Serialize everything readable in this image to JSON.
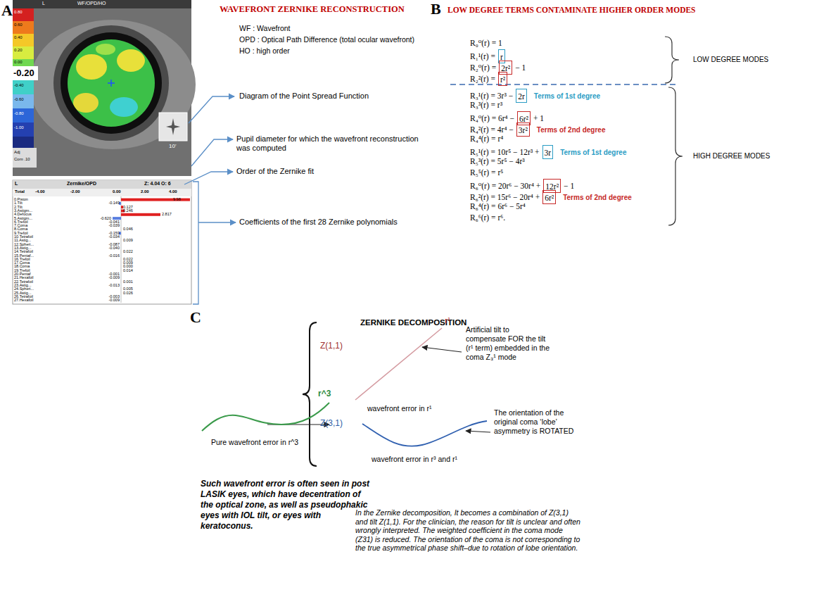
{
  "diagram": {
    "nodes": [
      {
        "text": [
          "r"
        ]
      },
      {
        "text": [
          "2r²"
        ]
      },
      {
        "text": [
          "r²"
        ]
      },
      {
        "text": [
          "2r"
        ]
      },
      {
        "text": [
          "6r²"
        ]
      },
      {
        "text": [
          "3r²"
        ]
      },
      {
        "text": [
          "3r"
        ]
      },
      {
        "text": [
          "12r²"
        ]
      },
      {
        "text": [
          "6r²"
        ]
      }
    ],
    "labels": [
      "A",
      "L",
      "WF/OPD/HO",
      "0.80",
      "0.60",
      "0.40",
      "0.20",
      "0.00",
      "-0.20",
      "-0.40",
      "-0.60",
      "-0.80",
      "-1.00",
      "Adj",
      "Com .10",
      "10'",
      "L",
      "Zernike/OPD",
      "Z: 4.04 O: 6",
      "Total",
      "-4.00",
      "-2.00",
      "0.00",
      "2.00",
      "4.00",
      "0.Piston",
      "9.98",
      "1.Tilt",
      "-0.149",
      "2.Tilt",
      "0.127",
      "3.Astigm...",
      "0.246",
      "4.Defocus",
      "2.817",
      "5.Astigm...",
      "-0.620",
      "6.Trefoil",
      "-0.041",
      "7.Coma",
      "-0.039",
      "8.Coma",
      "0.046",
      "9.Trefoil",
      "-0.159",
      "10.Tetrafoil",
      "-0.034",
      "11.Astig...",
      "0.009",
      "12.Spheri...",
      "-0.087",
      "13.Astig...",
      "-0.040",
      "14.Tetrafoil",
      "0.022",
      "15.Pentaf...",
      "-0.016",
      "16.Trefoil",
      "0.022",
      "17.Coma",
      "0.009",
      "18.Coma",
      "0.000",
      "19.Trefoil",
      "0.014",
      "20.Pentaf",
      "-0.001",
      "21.Hexafoil",
      "-0.009",
      "22.Tetrafoil",
      "0.001",
      "23.Astig...",
      "-0.013",
      "24.Spheri...",
      "0.005",
      "25.Astig...",
      "0.026",
      "26.Tetrafoil",
      "-0.003",
      "27.Hexafoil",
      "-0.009",
      "WAVEFRONT ZERNIKE RECONSTRUCTION",
      "WF : Wavefront",
      "OPD : Optical Path Difference (total ocular wavefront)",
      "HO : high order",
      "Diagram of the Point Spread Function",
      "Pupil diameter for which the wavefront reconstruction was computed",
      "Order of the Zernike fit",
      "Coefficients of the first 28 Zernike polynomials",
      "B",
      "LOW DEGREE TERMS CONTAMINATE HIGHER ORDER MODES",
      "R₀⁰(r) = 1",
      "R₁¹(r) =",
      "R₂⁰(r) =",
      "− 1",
      "R₂²(r) =",
      "R₃¹(r) = 3r³ −",
      "Terms of 1st degree",
      "R₃³(r) = r³",
      "R₄⁰(r) = 6r⁴ −",
      "+ 1",
      "R₄²(r) = 4r⁴ −",
      "Terms of 2nd degree",
      "R₄⁴(r) = r⁴",
      "R₅¹(r) = 10r⁵ − 12r³ +",
      "Terms of 1st degree",
      "R₅³(r) = 5r⁵ − 4r³",
      "R₅⁵(r) = r⁵",
      "R₆⁰(r) = 20r⁶ − 30r⁴ +",
      "− 1",
      "R₆²(r) = 15r⁶ − 20r⁴ +",
      "Terms of 2nd degree",
      "R₆⁴(r) = 6r⁶ − 5r⁴",
      "R₆⁶(r) = r⁶.",
      "LOW DEGREE MODES",
      "HIGH DEGREE MODES",
      "C",
      "ZERNIKE DECOMPOSITION",
      "r¹",
      "Z(1,1)",
      "Artificial tilt to compensate FOR the tilt (r¹ term) embedded in the coma Z₃¹ mode",
      "wavefront error in r¹",
      "Z(3,1)",
      "The orientation of the original coma ‘lobe’ asymmetry is ROTATED",
      "wavefront error in r³ and r¹",
      "r^3",
      "Pure wavefront error in r^3",
      "Such wavefront error is often seen in post LASIK eyes, which have decentration of the optical zone, as well as pseudophakic eyes with IOL tilt, or eyes with keratoconus.",
      "In the Zernike decomposition, It becomes a combination of Z(3,1) and tilt Z(1,1). For the clinician, the reason for tilt is unclear and often wrongly interpreted. The weighted coefficient in the coma mode (Z31) is reduced. The orientation of the coma is not corresponding to the true asymmetrical phase shift–due to rotation of lobe orientation."
    ]
  }
}
